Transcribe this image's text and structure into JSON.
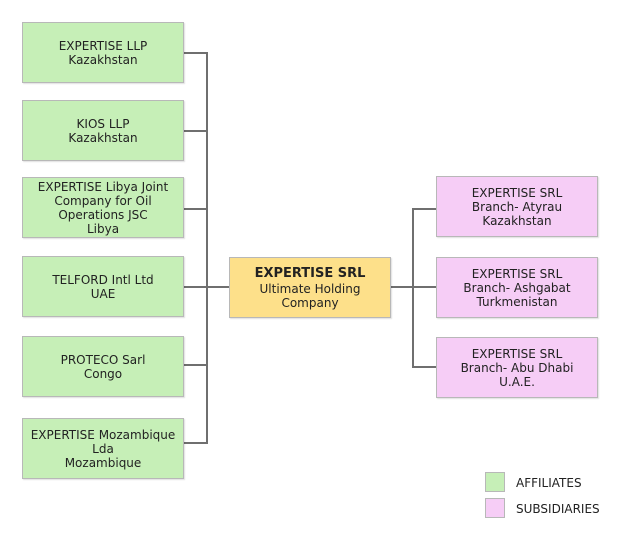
{
  "root": {
    "title": "EXPERTISE SRL",
    "line1": "Ultimate Holding",
    "line2": "Company"
  },
  "affiliates": [
    {
      "lines": [
        "EXPERTISE LLP",
        "Kazakhstan"
      ]
    },
    {
      "lines": [
        "KIOS LLP",
        "Kazakhstan"
      ]
    },
    {
      "lines": [
        "EXPERTISE Libya Joint",
        "Company for Oil",
        "Operations JSC",
        "Libya"
      ]
    },
    {
      "lines": [
        "TELFORD Intl Ltd",
        "UAE"
      ]
    },
    {
      "lines": [
        "PROTECO Sarl",
        "Congo"
      ]
    },
    {
      "lines": [
        "EXPERTISE Mozambique",
        "Lda",
        "Mozambique"
      ]
    }
  ],
  "subsidiaries": [
    {
      "lines": [
        "EXPERTISE SRL",
        "Branch- Atyrau",
        "Kazakhstan"
      ]
    },
    {
      "lines": [
        "EXPERTISE SRL",
        "Branch- Ashgabat",
        "Turkmenistan"
      ]
    },
    {
      "lines": [
        "EXPERTISE SRL",
        "Branch- Abu Dhabi",
        "U.A.E."
      ]
    }
  ],
  "legend": {
    "affiliates": "AFFILIATES",
    "subsidiaries": "SUBSIDIARIES"
  },
  "colors": {
    "affiliate": "#c6efb7",
    "subsidiary": "#f6cdf6",
    "root": "#fde08a",
    "connector": "#6f6f6f"
  }
}
